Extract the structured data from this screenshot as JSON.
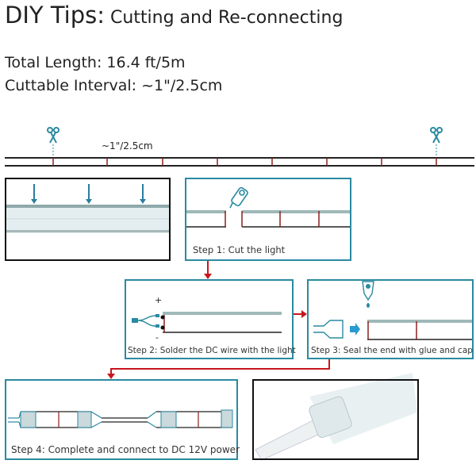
{
  "header": {
    "title_main": "DIY Tips:",
    "title_sub": "Cutting and Re-connecting"
  },
  "specs": {
    "total_length": "Total Length: 16.4 ft/5m",
    "cuttable_interval": "Cuttable Interval: ~1\"/2.5cm"
  },
  "ruler": {
    "interval_label": "~1\"/2.5cm"
  },
  "steps": [
    {
      "label": "Step 1: Cut the light"
    },
    {
      "label": "Step 2: Solder the DC wire with the light",
      "plus": "+",
      "minus": "-"
    },
    {
      "label": "Step 3: Seal the end with glue and cap"
    },
    {
      "label": "Step 4: Complete and connect to DC 12V power"
    }
  ],
  "colors": {
    "teal": "#2a8aa0",
    "accent_red": "#c8161d",
    "strip": "#9fb8b8",
    "cut_mark": "#8b2020"
  }
}
